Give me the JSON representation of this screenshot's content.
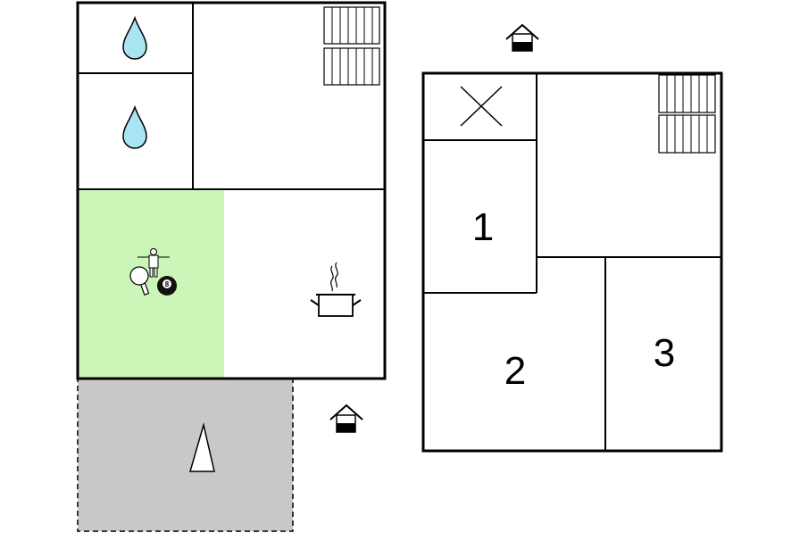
{
  "floor_plan": {
    "ground_floor": {
      "rooms": [
        {
          "id": "bathroom-1",
          "icon": "water-drop-icon"
        },
        {
          "id": "bathroom-2",
          "icon": "water-drop-icon"
        },
        {
          "id": "stair-room",
          "icon": "staircase-icon"
        },
        {
          "id": "activity-room",
          "icon": "games-icon",
          "fill": "#ccf5b8"
        },
        {
          "id": "kitchen",
          "icon": "cooking-pot-icon"
        }
      ],
      "terrace": {
        "fill": "#c8c8c8",
        "icon": "parasol-icon"
      },
      "entrance_icon": "entrance-house-icon"
    },
    "upper_floor": {
      "entrance_icon": "entrance-house-icon",
      "rooms": [
        {
          "id": "void",
          "icon": "cross-icon"
        },
        {
          "id": "stair-landing",
          "icon": "staircase-icon"
        },
        {
          "id": "bedroom-1",
          "label": "1"
        },
        {
          "id": "bedroom-2",
          "label": "2"
        },
        {
          "id": "bedroom-3",
          "label": "3"
        }
      ]
    },
    "billiard_ball_label": "8",
    "colors": {
      "wall": "#000000",
      "activity_room": "#ccf5b8",
      "terrace": "#c8c8c8",
      "water_drop": "#a9e4f2"
    }
  }
}
